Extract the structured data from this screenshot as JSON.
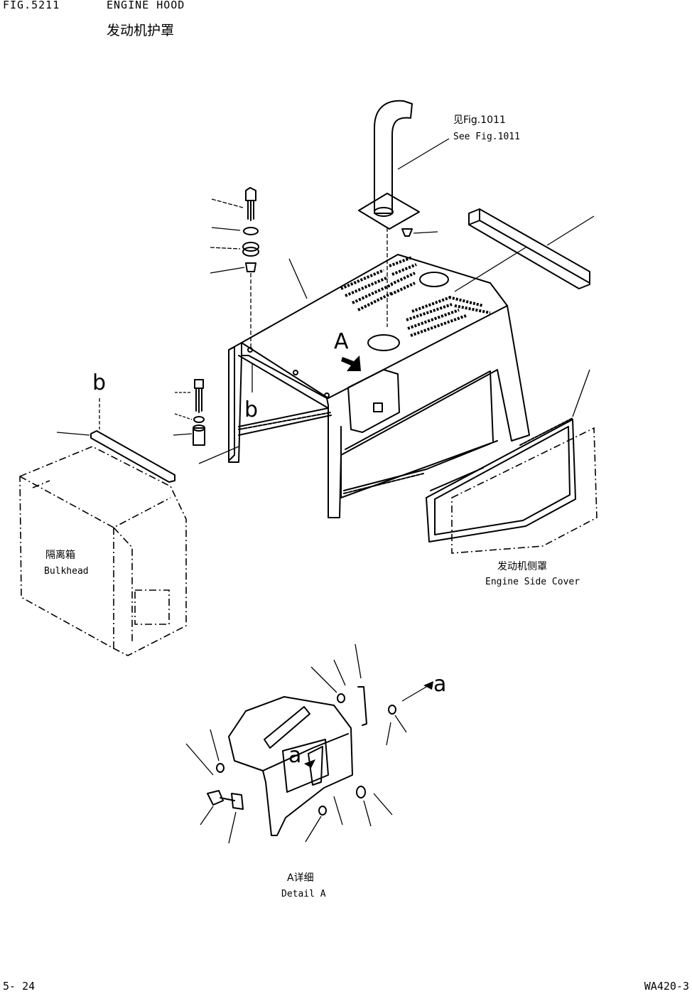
{
  "header": {
    "figure_no": "FIG.5211",
    "title": "ENGINE HOOD",
    "title_cn": "发动机护罩"
  },
  "labels": {
    "see_fig_cn": "见Fig.1011",
    "see_fig": "See Fig.1011",
    "bulkhead_cn": "隔离箱",
    "bulkhead": "Bulkhead",
    "side_cover_cn": "发动机侧罩",
    "side_cover": "Engine Side Cover",
    "detail_cn": "A详细",
    "detail": "Detail A",
    "marker_A": "A",
    "marker_b1": "b",
    "marker_b2": "b",
    "marker_a1": "a",
    "marker_a2": "a"
  },
  "footer": {
    "page_no": "5- 24",
    "model": "WA420-3"
  }
}
